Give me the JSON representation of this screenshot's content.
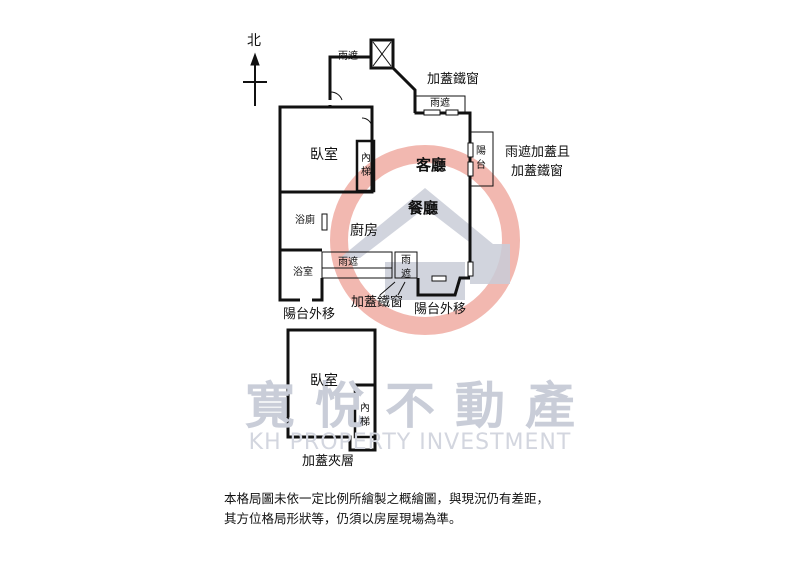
{
  "compass": {
    "north_label": "北"
  },
  "watermark": {
    "name_cn": "寬悅不動產",
    "name_en": "KH PROPERTY INVESTMENT",
    "colors": {
      "circle": "#f2b8b0",
      "house": "#c9cdd8"
    }
  },
  "rooms": {
    "bedroom_upper": "臥室",
    "inner_stair_upper": "內梯",
    "living_room": "客廳",
    "dining_room": "餐廳",
    "kitchen": "廚房",
    "bathroom_upper": "浴廁",
    "bathroom_lower": "浴室",
    "balcony_right": "陽台",
    "bedroom_mezz": "臥室",
    "inner_stair_mezz": "內梯"
  },
  "annotations": {
    "canopy_top": "雨遮",
    "iron_window_top": "加蓋鐵窗",
    "canopy_mid": "雨遮",
    "canopy_iron_window_line1": "雨遮加蓋且",
    "canopy_iron_window_line2": "加蓋鐵窗",
    "canopy_kitchen": "雨遮",
    "canopy_small": "雨遮",
    "iron_window_bottom": "加蓋鐵窗",
    "balcony_moved_left": "陽台外移",
    "balcony_moved_right": "陽台外移",
    "mezzanine": "加蓋夾層"
  },
  "disclaimer": {
    "line1": "本格局圖未依一定比例所繪製之概繪圖，與現況仍有差距，",
    "line2": "其方位格局形狀等，仍須以房屋現場為準。"
  }
}
